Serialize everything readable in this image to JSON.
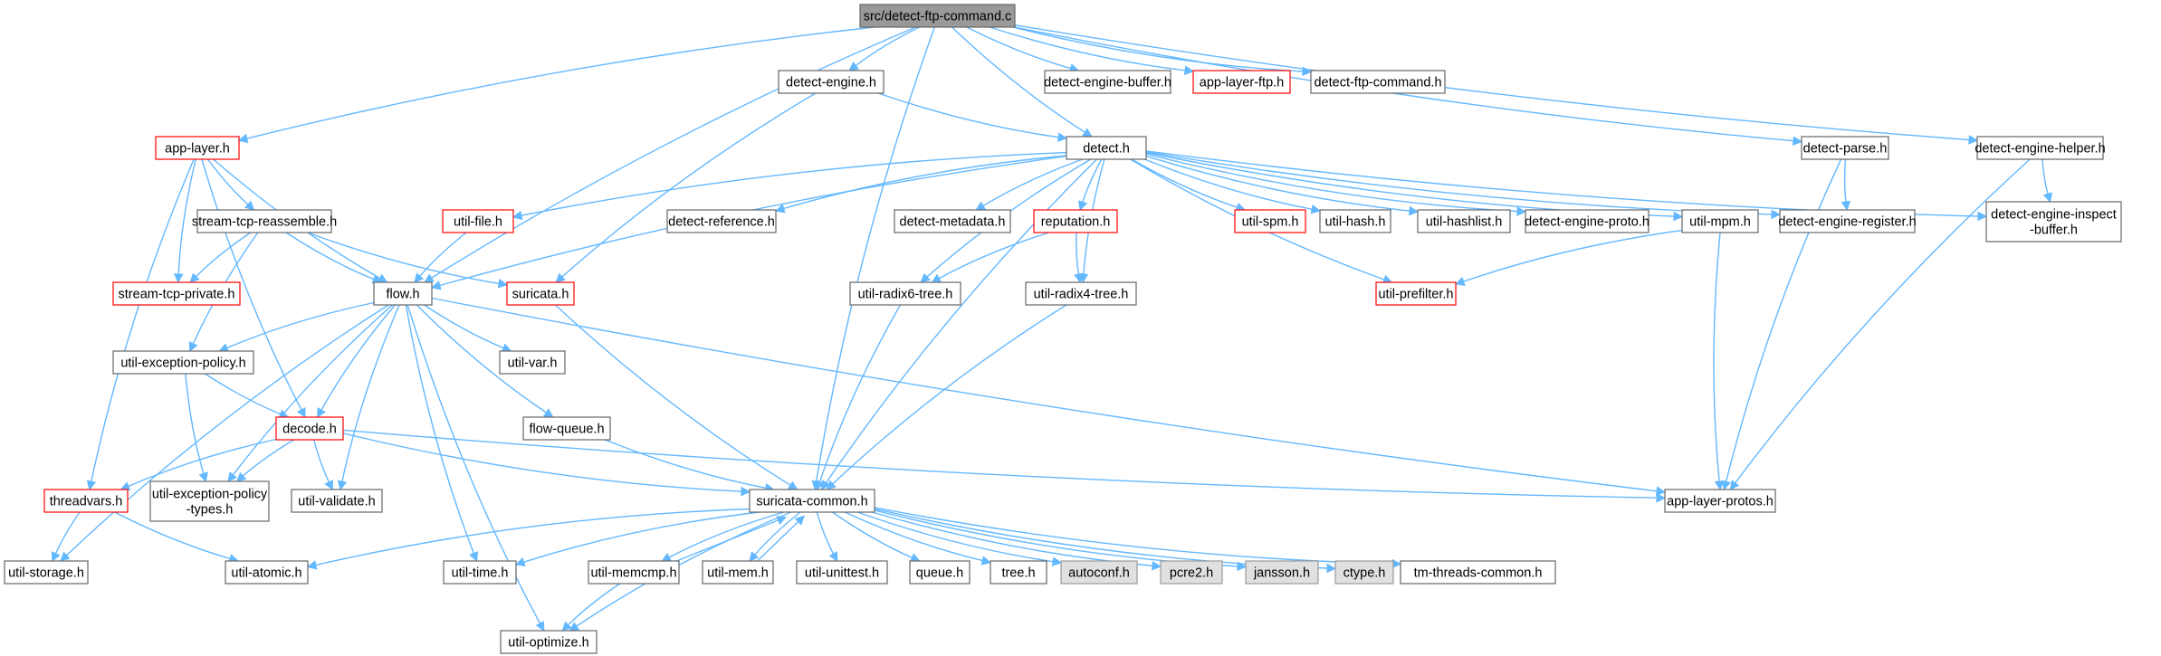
{
  "graph": {
    "colors": {
      "edge": "#63b8ff",
      "root_fill": "#999999",
      "normal_border": "#666666",
      "truncated_border": "#ff0000",
      "external_fill": "#e0e0e0",
      "external_border": "#999999"
    },
    "nodes": [
      {
        "id": "root",
        "label": "src/detect-ftp-command.c",
        "kind": "root"
      },
      {
        "id": "applayer",
        "label": "app-layer.h",
        "kind": "truncated"
      },
      {
        "id": "detectengine",
        "label": "detect-engine.h",
        "kind": "normal"
      },
      {
        "id": "deteng_buffer",
        "label": "detect-engine-buffer.h",
        "kind": "normal"
      },
      {
        "id": "applayerftp",
        "label": "app-layer-ftp.h",
        "kind": "truncated"
      },
      {
        "id": "dftpcmd_h",
        "label": "detect-ftp-command.h",
        "kind": "normal"
      },
      {
        "id": "detect",
        "label": "detect.h",
        "kind": "normal"
      },
      {
        "id": "detectparse",
        "label": "detect-parse.h",
        "kind": "normal"
      },
      {
        "id": "dehelper",
        "label": "detect-engine-helper.h",
        "kind": "normal"
      },
      {
        "id": "streamreasm",
        "label": "stream-tcp-reassemble.h",
        "kind": "normal"
      },
      {
        "id": "utilfile",
        "label": "util-file.h",
        "kind": "truncated"
      },
      {
        "id": "detref",
        "label": "detect-reference.h",
        "kind": "normal"
      },
      {
        "id": "detmeta",
        "label": "detect-metadata.h",
        "kind": "normal"
      },
      {
        "id": "reputation",
        "label": "reputation.h",
        "kind": "truncated"
      },
      {
        "id": "utilspm",
        "label": "util-spm.h",
        "kind": "truncated"
      },
      {
        "id": "utilhash",
        "label": "util-hash.h",
        "kind": "normal"
      },
      {
        "id": "utilhashlist",
        "label": "util-hashlist.h",
        "kind": "normal"
      },
      {
        "id": "deproto",
        "label": "detect-engine-proto.h",
        "kind": "normal"
      },
      {
        "id": "utilmpm",
        "label": "util-mpm.h",
        "kind": "normal"
      },
      {
        "id": "deregister",
        "label": "detect-engine-register.h",
        "kind": "normal"
      },
      {
        "id": "deinspect",
        "label": [
          "detect-engine-inspect",
          "-buffer.h"
        ],
        "kind": "normal"
      },
      {
        "id": "streamprivate",
        "label": "stream-tcp-private.h",
        "kind": "truncated"
      },
      {
        "id": "flow",
        "label": "flow.h",
        "kind": "normal"
      },
      {
        "id": "suricata",
        "label": "suricata.h",
        "kind": "truncated"
      },
      {
        "id": "radix6",
        "label": "util-radix6-tree.h",
        "kind": "normal"
      },
      {
        "id": "radix4",
        "label": "util-radix4-tree.h",
        "kind": "normal"
      },
      {
        "id": "prefilter",
        "label": "util-prefilter.h",
        "kind": "truncated"
      },
      {
        "id": "exception",
        "label": "util-exception-policy.h",
        "kind": "normal"
      },
      {
        "id": "utilvar",
        "label": "util-var.h",
        "kind": "normal"
      },
      {
        "id": "decode",
        "label": "decode.h",
        "kind": "truncated"
      },
      {
        "id": "flowqueue",
        "label": "flow-queue.h",
        "kind": "normal"
      },
      {
        "id": "threadvars",
        "label": "threadvars.h",
        "kind": "truncated"
      },
      {
        "id": "exctypes",
        "label": [
          "util-exception-policy",
          "-types.h"
        ],
        "kind": "normal"
      },
      {
        "id": "validate",
        "label": "util-validate.h",
        "kind": "normal"
      },
      {
        "id": "common",
        "label": "suricata-common.h",
        "kind": "normal"
      },
      {
        "id": "protos",
        "label": "app-layer-protos.h",
        "kind": "normal"
      },
      {
        "id": "storage",
        "label": "util-storage.h",
        "kind": "normal"
      },
      {
        "id": "atomic",
        "label": "util-atomic.h",
        "kind": "normal"
      },
      {
        "id": "utiltime",
        "label": "util-time.h",
        "kind": "normal"
      },
      {
        "id": "memcmp",
        "label": "util-memcmp.h",
        "kind": "normal"
      },
      {
        "id": "mem",
        "label": "util-mem.h",
        "kind": "normal"
      },
      {
        "id": "unittest",
        "label": "util-unittest.h",
        "kind": "normal"
      },
      {
        "id": "queue",
        "label": "queue.h",
        "kind": "normal"
      },
      {
        "id": "tree",
        "label": "tree.h",
        "kind": "normal"
      },
      {
        "id": "autoconf",
        "label": "autoconf.h",
        "kind": "external"
      },
      {
        "id": "pcre2",
        "label": "pcre2.h",
        "kind": "external"
      },
      {
        "id": "jansson",
        "label": "jansson.h",
        "kind": "external"
      },
      {
        "id": "ctype",
        "label": "ctype.h",
        "kind": "external"
      },
      {
        "id": "tmthreads",
        "label": "tm-threads-common.h",
        "kind": "normal"
      },
      {
        "id": "optimize",
        "label": "util-optimize.h",
        "kind": "normal"
      }
    ],
    "edges": [
      [
        "root",
        "applayer"
      ],
      [
        "root",
        "detectengine"
      ],
      [
        "root",
        "deteng_buffer"
      ],
      [
        "root",
        "applayerftp"
      ],
      [
        "root",
        "dftpcmd_h"
      ],
      [
        "root",
        "detect"
      ],
      [
        "root",
        "detectparse"
      ],
      [
        "root",
        "dehelper"
      ],
      [
        "root",
        "flow"
      ],
      [
        "root",
        "common"
      ],
      [
        "applayer",
        "streamreasm"
      ],
      [
        "applayer",
        "streamprivate"
      ],
      [
        "applayer",
        "flow"
      ],
      [
        "applayer",
        "decode"
      ],
      [
        "applayer",
        "threadvars"
      ],
      [
        "detectengine",
        "detect"
      ],
      [
        "detectengine",
        "suricata"
      ],
      [
        "detect",
        "utilfile"
      ],
      [
        "detect",
        "detref"
      ],
      [
        "detect",
        "detmeta"
      ],
      [
        "detect",
        "reputation"
      ],
      [
        "detect",
        "utilspm"
      ],
      [
        "detect",
        "utilhash"
      ],
      [
        "detect",
        "utilhashlist"
      ],
      [
        "detect",
        "deproto"
      ],
      [
        "detect",
        "utilmpm"
      ],
      [
        "detect",
        "deregister"
      ],
      [
        "detect",
        "deinspect"
      ],
      [
        "detect",
        "flow"
      ],
      [
        "detect",
        "radix6"
      ],
      [
        "detect",
        "radix4"
      ],
      [
        "detect",
        "prefilter"
      ],
      [
        "detect",
        "common"
      ],
      [
        "detectparse",
        "deregister"
      ],
      [
        "detectparse",
        "protos"
      ],
      [
        "dehelper",
        "deinspect"
      ],
      [
        "dehelper",
        "protos"
      ],
      [
        "streamreasm",
        "streamprivate"
      ],
      [
        "streamreasm",
        "flow"
      ],
      [
        "streamreasm",
        "suricata"
      ],
      [
        "streamreasm",
        "exception"
      ],
      [
        "utilfile",
        "flow"
      ],
      [
        "reputation",
        "radix6"
      ],
      [
        "reputation",
        "radix4"
      ],
      [
        "utilmpm",
        "prefilter"
      ],
      [
        "utilmpm",
        "protos"
      ],
      [
        "flow",
        "exception"
      ],
      [
        "flow",
        "utilvar"
      ],
      [
        "flow",
        "decode"
      ],
      [
        "flow",
        "flowqueue"
      ],
      [
        "flow",
        "exctypes"
      ],
      [
        "flow",
        "validate"
      ],
      [
        "flow",
        "storage"
      ],
      [
        "flow",
        "utiltime"
      ],
      [
        "flow",
        "optimize"
      ],
      [
        "flow",
        "protos"
      ],
      [
        "suricata",
        "common"
      ],
      [
        "radix6",
        "common"
      ],
      [
        "radix4",
        "common"
      ],
      [
        "exception",
        "decode"
      ],
      [
        "exception",
        "exctypes"
      ],
      [
        "decode",
        "threadvars"
      ],
      [
        "decode",
        "exctypes"
      ],
      [
        "decode",
        "validate"
      ],
      [
        "decode",
        "common"
      ],
      [
        "decode",
        "protos"
      ],
      [
        "flowqueue",
        "common"
      ],
      [
        "threadvars",
        "storage"
      ],
      [
        "threadvars",
        "atomic"
      ],
      [
        "common",
        "atomic"
      ],
      [
        "common",
        "utiltime"
      ],
      [
        "common",
        "memcmp"
      ],
      [
        "common",
        "mem"
      ],
      [
        "common",
        "unittest"
      ],
      [
        "common",
        "queue"
      ],
      [
        "common",
        "tree"
      ],
      [
        "common",
        "autoconf"
      ],
      [
        "common",
        "pcre2"
      ],
      [
        "common",
        "jansson"
      ],
      [
        "common",
        "ctype"
      ],
      [
        "common",
        "tmthreads"
      ],
      [
        "common",
        "optimize"
      ],
      [
        "memcmp",
        "common"
      ],
      [
        "memcmp",
        "optimize"
      ],
      [
        "mem",
        "common"
      ]
    ]
  }
}
